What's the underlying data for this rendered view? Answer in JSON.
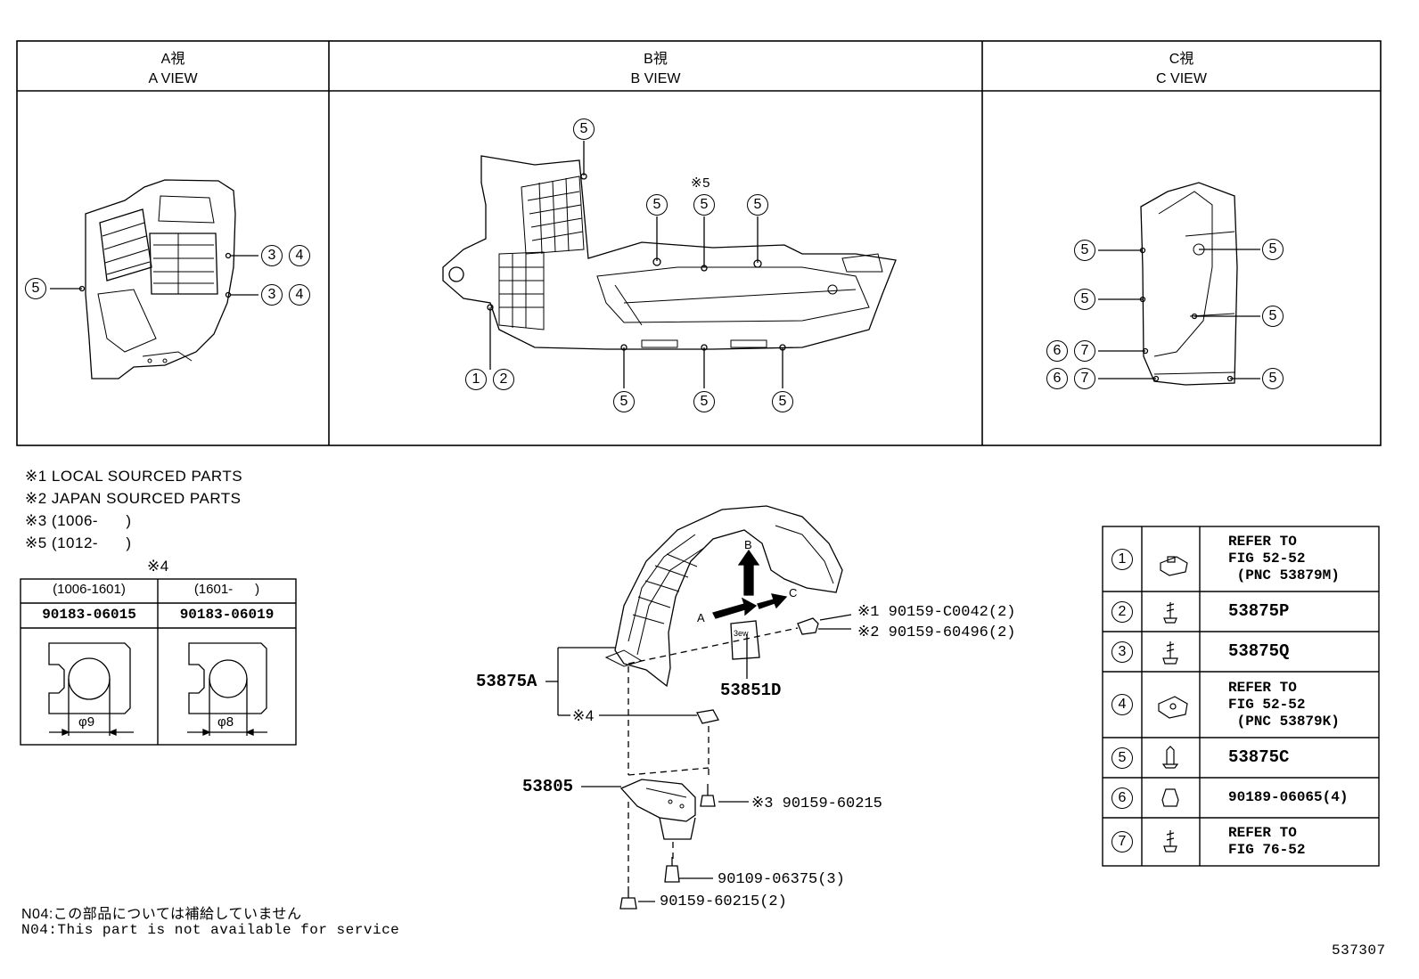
{
  "views": {
    "a": {
      "jp": "A視",
      "en": "A VIEW"
    },
    "b": {
      "jp": "B視",
      "en": "B VIEW"
    },
    "c": {
      "jp": "C視",
      "en": "C VIEW"
    }
  },
  "callouts": {
    "n1": "1",
    "n2": "2",
    "n3": "3",
    "n4": "4",
    "n5": "5",
    "n6": "6",
    "n7": "7"
  },
  "b_note": "※5",
  "notes": [
    "※1 LOCAL SOURCED PARTS",
    "※2 JAPAN SOURCED PARTS",
    "※3 (1006-      )",
    "※5 (1012-      )"
  ],
  "variant_table": {
    "caption": "※4",
    "columns": [
      {
        "range": "(1006-1601)",
        "part": "90183-06015",
        "dia": "φ9"
      },
      {
        "range": "(1601-      )",
        "part": "90183-06019",
        "dia": "φ8"
      }
    ]
  },
  "labels": {
    "p53875a": "53875A",
    "p53851d": "53851D",
    "p53805": "53805",
    "s4": "※4",
    "arrow_a": "A",
    "arrow_b": "B",
    "arrow_c": "C",
    "screw1": "※1 90159-C0042(2)",
    "screw2": "※2 90159-60496(2)",
    "screw3": "※3 90159-60215",
    "bolt1": "90109-06375(3)",
    "bolt2": "90159-60215(2)",
    "sticker": "3ew"
  },
  "legend": [
    {
      "num": "1",
      "text": "REFER TO\nFIG 52-52\n (PNC 53879M)"
    },
    {
      "num": "2",
      "text": "53875P"
    },
    {
      "num": "3",
      "text": "53875Q"
    },
    {
      "num": "4",
      "text": "REFER TO\nFIG 52-52\n (PNC 53879K)"
    },
    {
      "num": "5",
      "text": "53875C"
    },
    {
      "num": "6",
      "text": "90189-06065(4)"
    },
    {
      "num": "7",
      "text": "REFER TO\nFIG 76-52"
    }
  ],
  "footer": {
    "jp": "N04:この部品については補給していません",
    "en": "N04:This part is not available for service",
    "figno": "537307"
  }
}
